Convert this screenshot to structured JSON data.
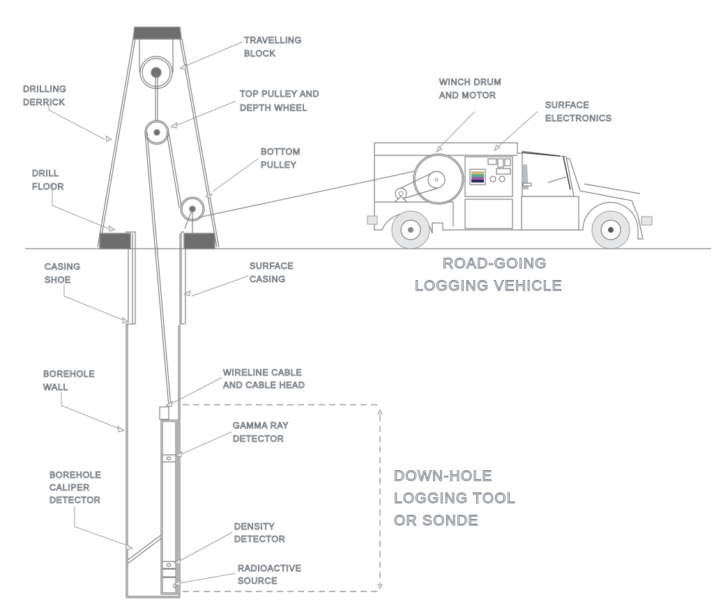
{
  "diagram": {
    "title_vehicle": [
      "ROAD-GOING",
      "LOGGING VEHICLE"
    ],
    "title_sonde": [
      "DOWN-HOLE",
      "LOGGING TOOL",
      "OR SONDE"
    ],
    "labels": {
      "travelling_block": [
        "TRAVELLING",
        "BLOCK"
      ],
      "drilling_derrick": [
        "DRILLING",
        "DERRICK"
      ],
      "top_pulley": [
        "TOP PULLEY AND",
        "DEPTH WHEEL"
      ],
      "winch_drum": [
        "WINCH DRUM",
        "AND MOTOR"
      ],
      "surface_electronics": [
        "SURFACE",
        "ELECTRONICS"
      ],
      "bottom_pulley": [
        "BOTTOM",
        "PULLEY"
      ],
      "drill_floor": [
        "DRILL",
        "FLOOR"
      ],
      "casing_shoe": [
        "CASING",
        "SHOE"
      ],
      "surface_casing": [
        "SURFACE",
        "CASING"
      ],
      "borehole_wall": [
        "BOREHOLE",
        "WALL"
      ],
      "wireline_cable": [
        "WIRELINE CABLE",
        "AND CABLE HEAD"
      ],
      "gamma_ray": [
        "GAMMA RAY",
        "DETECTOR"
      ],
      "caliper": [
        "BOREHOLE",
        "CALIPER",
        "DETECTOR"
      ],
      "density": [
        "DENSITY",
        "DETECTOR"
      ],
      "radioactive_source": [
        "RADIOACTIVE",
        "SOURCE"
      ]
    },
    "colors": {
      "line": "#8a8a8a",
      "dark_block": "#6e6e6e",
      "tyre": "#e4e6e8",
      "label_outline": "#555d66"
    }
  }
}
